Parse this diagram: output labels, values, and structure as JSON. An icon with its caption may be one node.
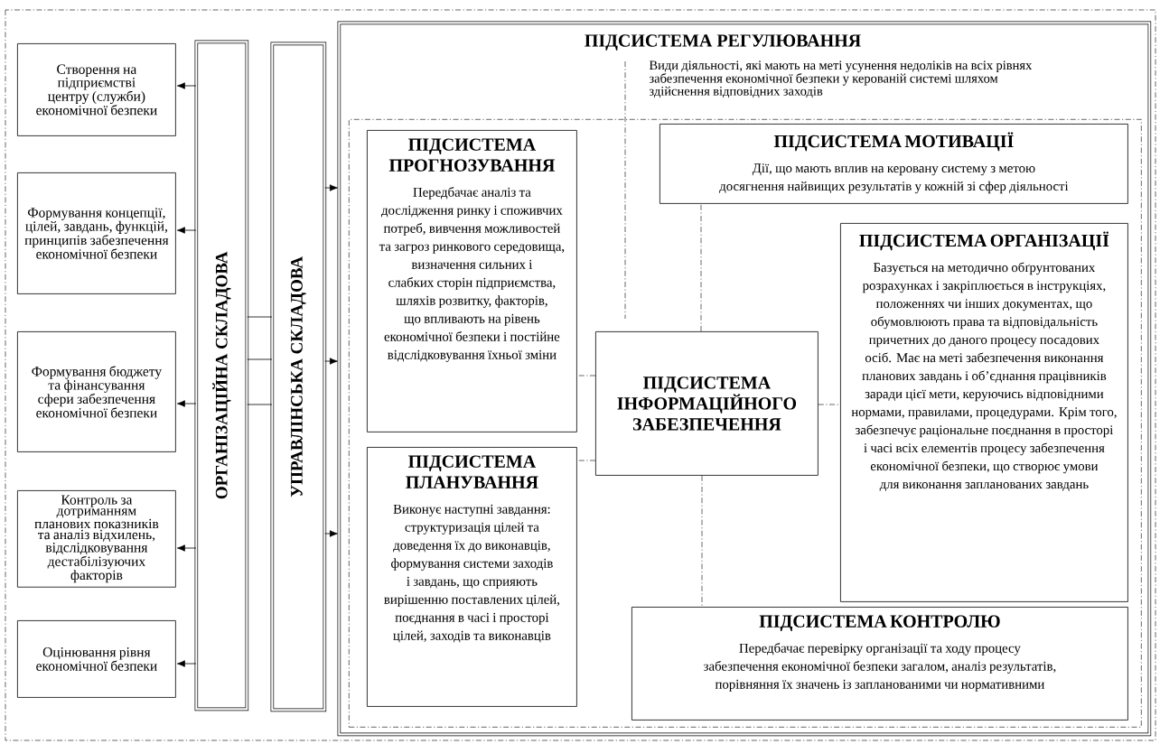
{
  "diagram": {
    "nodes": [
      {
        "text": [
          "Створення на підприємстві центру (служби) економічної безпеки"
        ]
      },
      {
        "text": [
          "Формування концепції, цілей, завдань, функцій, принципів забезпечення економічної безпеки"
        ]
      },
      {
        "text": [
          "Формування бюджету та фінансування сфери забезпечення економічної безпеки"
        ]
      },
      {
        "text": [
          "Контроль за дотриманням планових показників та аналіз відхилень, відслідковування дестабілізуючих факторів"
        ]
      },
      {
        "text": [
          "Оцінювання рівня економічної безпеки"
        ]
      },
      {
        "text": [
          "ОРГАНІЗАЦІЙНА СКЛАДОВА"
        ]
      },
      {
        "text": [
          "УПРАВЛІНСЬКА СКЛАДОВА"
        ]
      },
      {
        "text": [
          "ПІДСИСТЕМА РЕГУЛЮВАННЯ",
          "Види діяльності, які мають на меті усунення недоліків на всіх рівнях забезпечення економічної безпеки у керованій системі шляхом здійснення відповідних заходів"
        ]
      },
      {
        "text": [],
        "shape": "box",
        "in": 7
      },
      {
        "text": [
          "ПІДСИСТЕМА ПРОГНОЗУВАННЯ",
          "Передбачає аналіз та дослідження ринку і споживчих потреб, вивчення можливостей та загроз ринкового середовища, визначення сильних і слабких сторін підприємства, шляхів розвитку, факторів, що впливають на рівень економічної безпеки і постійне відслідковування їхньої зміни"
        ],
        "in": 8
      },
      {
        "text": [
          "ПІДСИСТЕМА МОТИВАЦІЇ",
          "Дії, що мають вплив на керовану систему з метою досягнення найвищих результатів у кожній зі сфер діяльності"
        ],
        "in": 8
      },
      {
        "text": [
          "ПІДСИСТЕМА ОРГАНІЗАЦІЇ",
          "Базується на методично обґрунтованих розрахунках і закріплюється в інструкціях, положеннях чи інших документах, що обумовлюють права та відповідальність причетних до даного процесу посадових осіб. Має на меті забезпечення виконання планових завдань і об’єднання працівників заради цієї мети, керуючись відповідними нормами, правилами, процедурами. Крім того, забезпечує раціональне поєднання в просторі і часі всіх елементів процесу забезпечення економічної безпеки, що створює умови для виконання запланованих завдань"
        ],
        "in": 8
      },
      {
        "text": [
          "ПІДСИСТЕМА ІНФОРМАЦІЙНОГО ЗАБЕЗПЕЧЕННЯ"
        ],
        "in": 8
      },
      {
        "text": [
          "ПІДСИСТЕМА ПЛАНУВАННЯ",
          "Виконує наступні завдання: структуризація цілей та доведення їх до виконавців, формування системи заходів і завдань, що сприяють вирішенню поставлених цілей, поєднання в часі і просторі цілей, заходів та виконавців"
        ],
        "in": 8
      },
      {
        "text": [
          "ПІДСИСТЕМА КОНТРОЛЮ",
          "Передбачає перевірку організації та ходу процесу забезпечення економічної безпеки загалом, аналіз результатів, порівняння їх значень із запланованими чи нормативними"
        ],
        "in": 8
      }
    ],
    "edges": [
      {
        "from": 5,
        "to": 0,
        "arrow": "to"
      },
      {
        "from": 5,
        "to": 1,
        "arrow": "to"
      },
      {
        "from": 5,
        "to": 2,
        "arrow": "to"
      },
      {
        "from": 5,
        "to": 3,
        "arrow": "to"
      },
      {
        "from": 5,
        "to": 4,
        "arrow": "to"
      },
      {
        "from": 5,
        "to": 6,
        "arrow": "none"
      },
      {
        "from": 5,
        "to": 6,
        "arrow": "none"
      },
      {
        "from": 5,
        "to": 6,
        "arrow": "none"
      },
      {
        "from": 6,
        "to": 7,
        "arrow": "to"
      },
      {
        "from": 6,
        "to": 7,
        "arrow": "to"
      },
      {
        "from": 6,
        "to": 7,
        "arrow": "to"
      },
      {
        "from": 12,
        "to": 9,
        "arrow": "none",
        "style": "dashed"
      },
      {
        "from": 12,
        "to": 10,
        "arrow": "none",
        "style": "dashed"
      },
      {
        "from": 12,
        "to": 11,
        "arrow": "none",
        "style": "dashed"
      },
      {
        "from": 12,
        "to": 13,
        "arrow": "none",
        "style": "dashed"
      },
      {
        "from": 12,
        "to": 14,
        "arrow": "none",
        "style": "dashed"
      }
    ]
  }
}
